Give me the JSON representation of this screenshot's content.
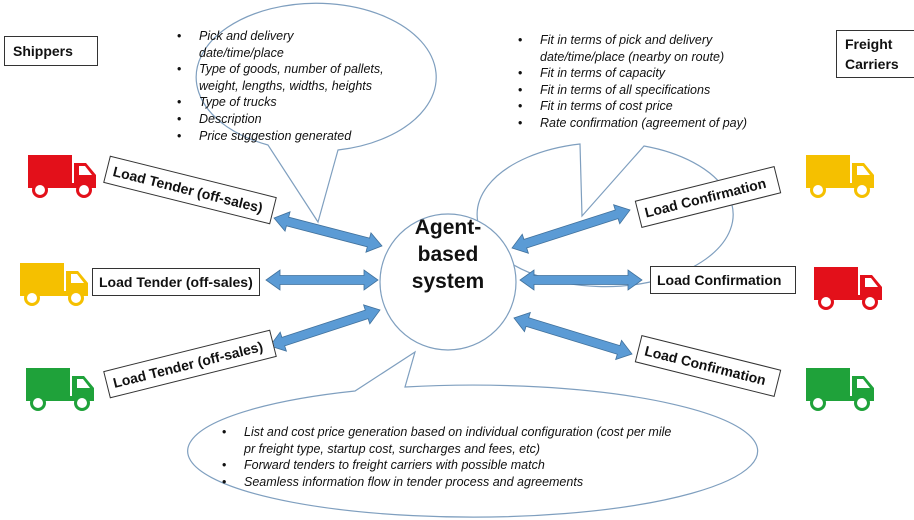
{
  "shippers_label": "Shippers",
  "carriers_label_line1": "Freight",
  "carriers_label_line2": "Carriers",
  "center_lines": [
    "Agent-",
    "based",
    "system"
  ],
  "shipper_bubble": [
    "Pick and delivery",
    "date/time/place",
    "Type of goods, number of pallets,",
    "weight, lengths, widths, heights",
    "Type of trucks",
    "Description",
    "Price suggestion generated"
  ],
  "carrier_bubble": [
    "Fit in terms of pick and delivery",
    "date/time/place (nearby on route)",
    "Fit in terms of capacity",
    "Fit in terms of all specifications",
    "Fit in terms of cost price",
    "Rate confirmation (agreement of pay)"
  ],
  "bottom_bubble": [
    "List and cost price generation based on individual configuration (cost per mile",
    "pr freight type, startup cost, surcharges and fees,  etc)",
    "Forward tenders to freight carriers with possible match",
    "Seamless information flow in tender process and agreements"
  ],
  "load_tender_label": "Load Tender (off-sales)",
  "load_confirmation_label": "Load Confirmation",
  "colors": {
    "truck_red": "#e3101a",
    "truck_yellow": "#f5c000",
    "truck_green": "#1fa23a",
    "arrow_fill": "#5b9bd5",
    "arrow_stroke": "#41719c",
    "outline": "#7f9fbf"
  },
  "trucks": {
    "left": [
      "truck_red",
      "truck_yellow",
      "truck_green"
    ],
    "right": [
      "truck_yellow",
      "truck_red",
      "truck_green"
    ]
  }
}
